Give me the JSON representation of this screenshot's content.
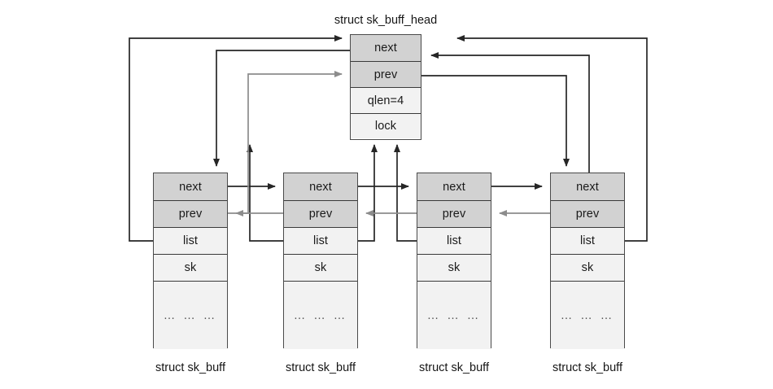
{
  "diagram": {
    "title": "struct sk_buff_head",
    "head": {
      "label": "struct sk_buff_head",
      "fields": [
        {
          "name": "next",
          "text": "next",
          "shade": "dark"
        },
        {
          "name": "prev",
          "text": "prev",
          "shade": "dark"
        },
        {
          "name": "qlen",
          "text": "qlen=4",
          "shade": "light"
        },
        {
          "name": "lock",
          "text": "lock",
          "shade": "light"
        }
      ]
    },
    "buffers": [
      {
        "caption": "struct sk_buff",
        "fields": [
          {
            "name": "next",
            "text": "next",
            "shade": "dark"
          },
          {
            "name": "prev",
            "text": "prev",
            "shade": "dark"
          },
          {
            "name": "list",
            "text": "list",
            "shade": "light"
          },
          {
            "name": "sk",
            "text": "sk",
            "shade": "light"
          },
          {
            "name": "ellipsis",
            "text": "… … …",
            "shade": "light"
          }
        ]
      },
      {
        "caption": "struct sk_buff",
        "fields": [
          {
            "name": "next",
            "text": "next",
            "shade": "dark"
          },
          {
            "name": "prev",
            "text": "prev",
            "shade": "dark"
          },
          {
            "name": "list",
            "text": "list",
            "shade": "light"
          },
          {
            "name": "sk",
            "text": "sk",
            "shade": "light"
          },
          {
            "name": "ellipsis",
            "text": "… … …",
            "shade": "light"
          }
        ]
      },
      {
        "caption": "struct sk_buff",
        "fields": [
          {
            "name": "next",
            "text": "next",
            "shade": "dark"
          },
          {
            "name": "prev",
            "text": "prev",
            "shade": "dark"
          },
          {
            "name": "list",
            "text": "list",
            "shade": "light"
          },
          {
            "name": "sk",
            "text": "sk",
            "shade": "light"
          },
          {
            "name": "ellipsis",
            "text": "… … …",
            "shade": "light"
          }
        ]
      },
      {
        "caption": "struct sk_buff",
        "fields": [
          {
            "name": "next",
            "text": "next",
            "shade": "dark"
          },
          {
            "name": "prev",
            "text": "prev",
            "shade": "dark"
          },
          {
            "name": "list",
            "text": "list",
            "shade": "light"
          },
          {
            "name": "sk",
            "text": "sk",
            "shade": "light"
          },
          {
            "name": "ellipsis",
            "text": "… … …",
            "shade": "light"
          }
        ]
      }
    ],
    "colors": {
      "dark_fill": "#d2d2d2",
      "light_fill": "#f2f2f2",
      "box_border": "#4a4a4a",
      "arrow_black": "#262626",
      "arrow_gray": "#8c8c8c"
    },
    "queue_length": 4
  }
}
